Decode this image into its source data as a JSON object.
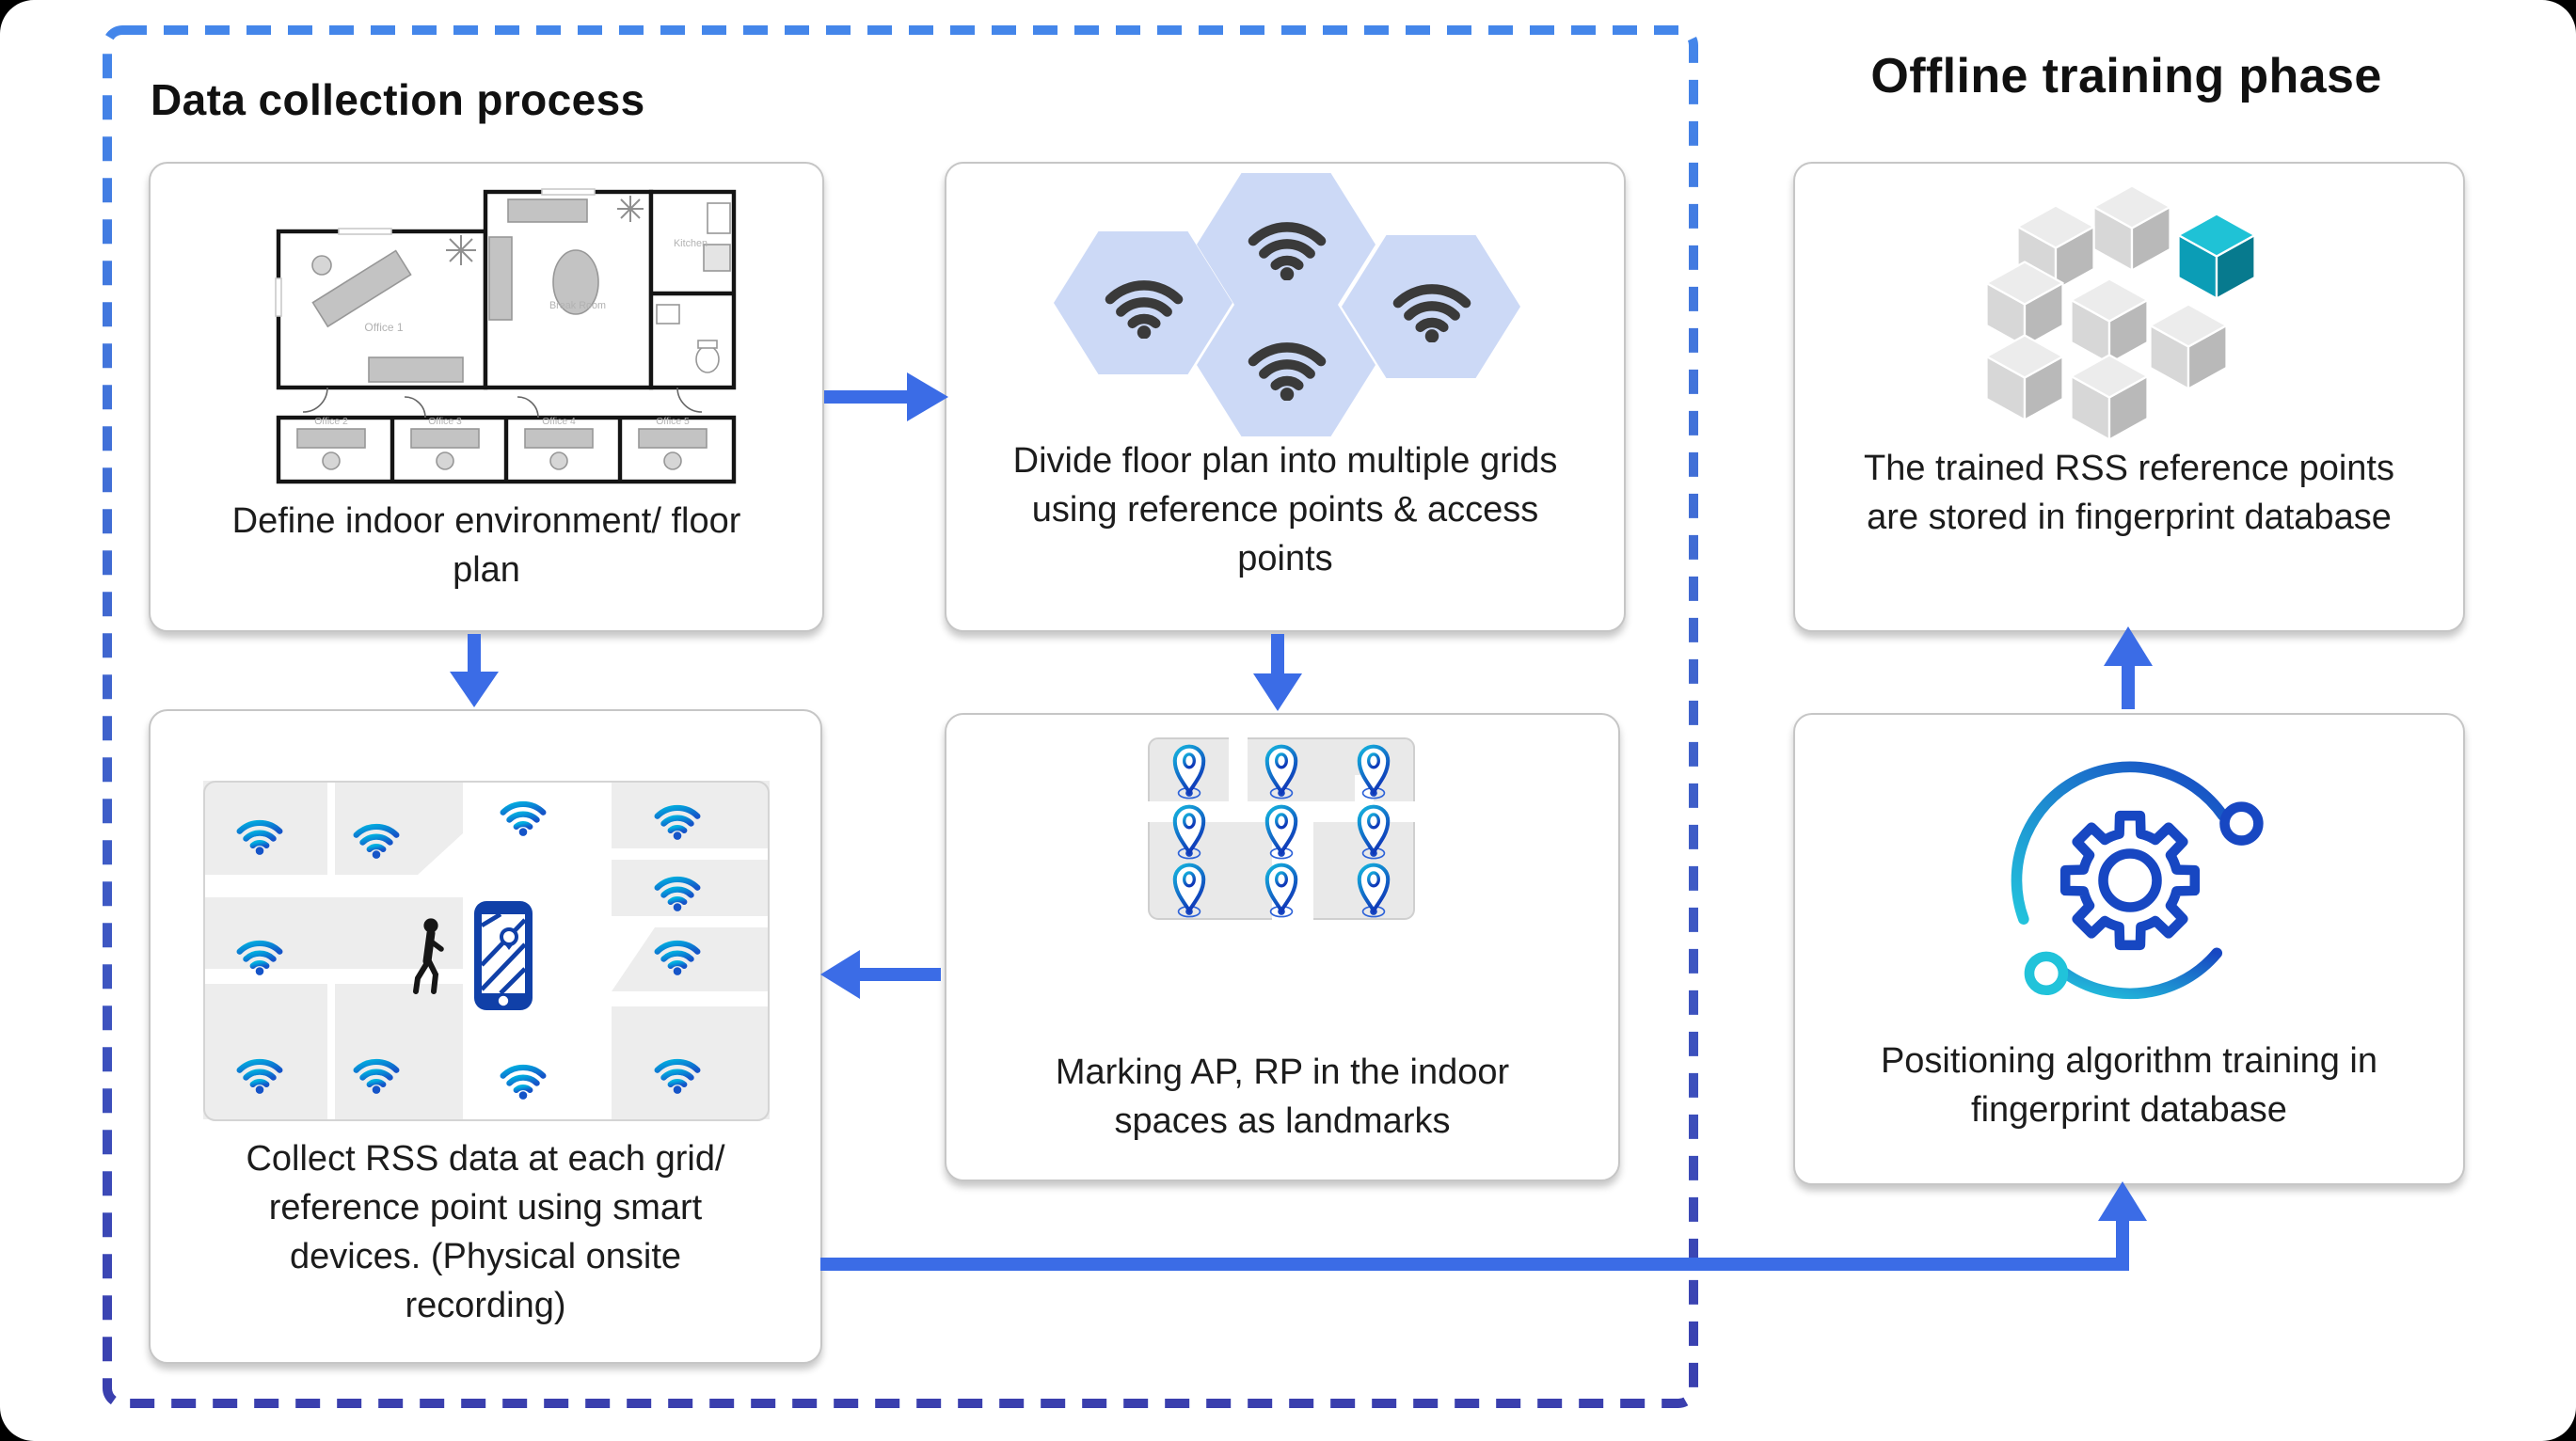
{
  "titles": {
    "data_collection": "Data collection process",
    "offline_training": "Offline training phase"
  },
  "steps": {
    "define": {
      "caption": "Define indoor environment/ floor plan"
    },
    "divide": {
      "caption": "Divide floor plan into multiple grids using reference points & access points"
    },
    "stored": {
      "caption": "The trained RSS reference points are stored in fingerprint database"
    },
    "collect": {
      "caption": "Collect RSS data at each grid/ reference point using smart devices. (Physical onsite recording)"
    },
    "marking": {
      "caption": "Marking AP, RP in the indoor spaces as landmarks"
    },
    "training": {
      "caption": "Positioning algorithm training in fingerprint database"
    }
  },
  "floorplan": {
    "rooms": {
      "office1": "Office 1",
      "break_room": "Break Room",
      "kitchen": "Kitchen",
      "office2": "Office 2",
      "office3": "Office 3",
      "office4": "Office 4",
      "office5": "Office 5"
    }
  },
  "icons": {
    "wifi_dark": "wifi-icon",
    "wifi_blue": "wifi-icon-blue-gradient",
    "pin": "location-pin-icon",
    "cubes": "fingerprint-database-cubes-icon",
    "gear": "algorithm-training-gear-icon",
    "phone": "phone-map-icon",
    "person": "walking-person-icon"
  },
  "colors": {
    "arrow_blue": "#3b6ce6",
    "dash_border_top": "#4486ea",
    "dash_border_bottom": "#3a3fae",
    "hexagon_fill": "#ccd9f6",
    "wifi_dark": "#3a3a3a",
    "wifi_gradient": [
      "#00b0e0",
      "#1554c8"
    ],
    "pin_gradient": [
      "#14b6de",
      "#1038b8"
    ],
    "teal_cube": "#0a9db6",
    "gray_cube": "#d7d7d7",
    "gear_blue": "#1747c2",
    "gear_cyan": "#22c3dc",
    "phone_blue": "#1040a8"
  }
}
